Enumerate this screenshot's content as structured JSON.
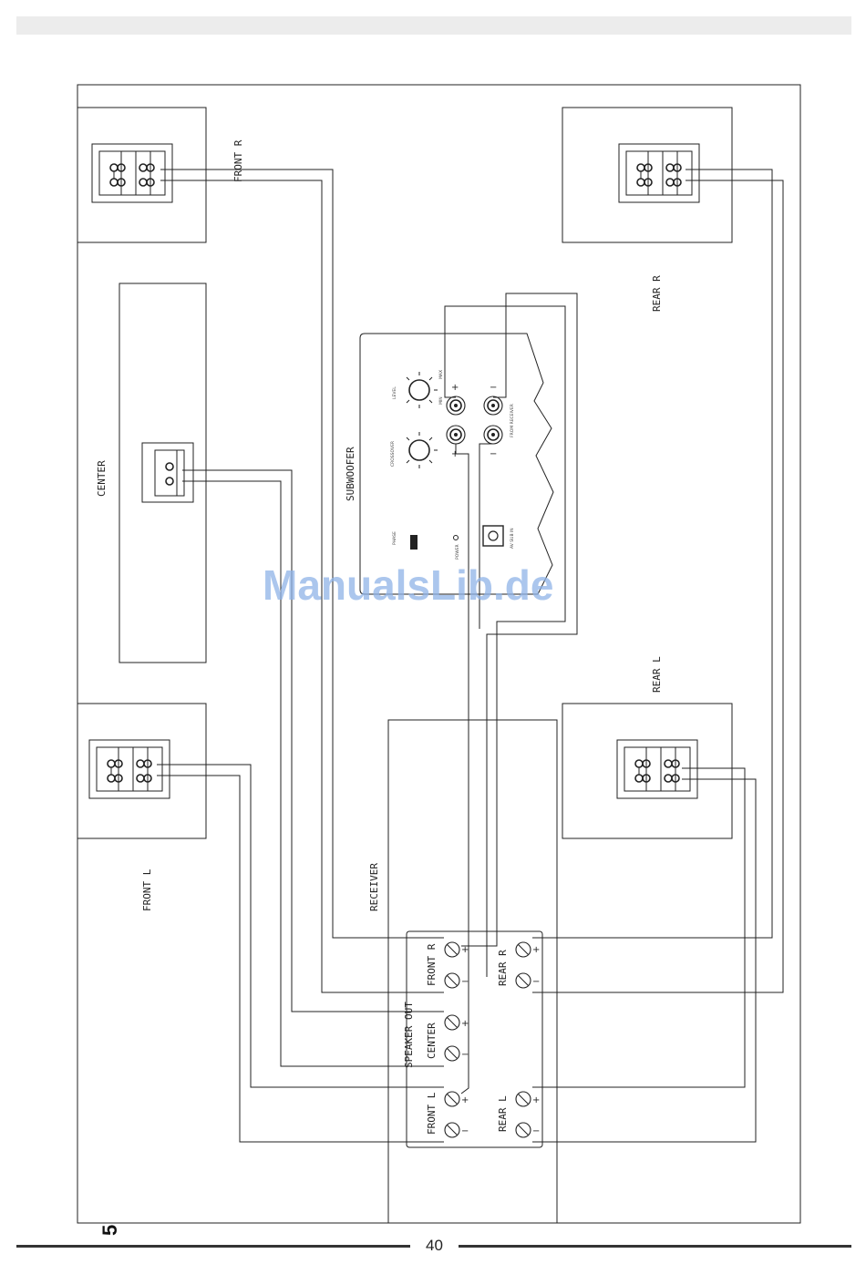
{
  "page": {
    "number": "40",
    "figure_number": "5",
    "watermark": "ManualsLib.de"
  },
  "speakers": {
    "front_r": "FRONT R",
    "rear_r": "REAR R",
    "center": "CENTER",
    "front_l": "FRONT L",
    "rear_l": "REAR L"
  },
  "subwoofer": {
    "title": "SUBWOOFER",
    "level": "LEVEL",
    "crossover": "CROSSOVER",
    "phase": "PHASE",
    "power": "POWER",
    "from_receiver": "FROM RECEIVER",
    "av_sub_in": "AV SUB IN",
    "min": "MIN",
    "max": "MAX"
  },
  "receiver": {
    "title": "RECEIVER",
    "speaker_out": "SPEAKER OUT",
    "front_r": "FRONT R",
    "center": "CENTER",
    "front_l": "FRONT L",
    "rear_r": "REAR R",
    "rear_l": "REAR L"
  },
  "symbols": {
    "plus": "+",
    "minus": "−"
  }
}
